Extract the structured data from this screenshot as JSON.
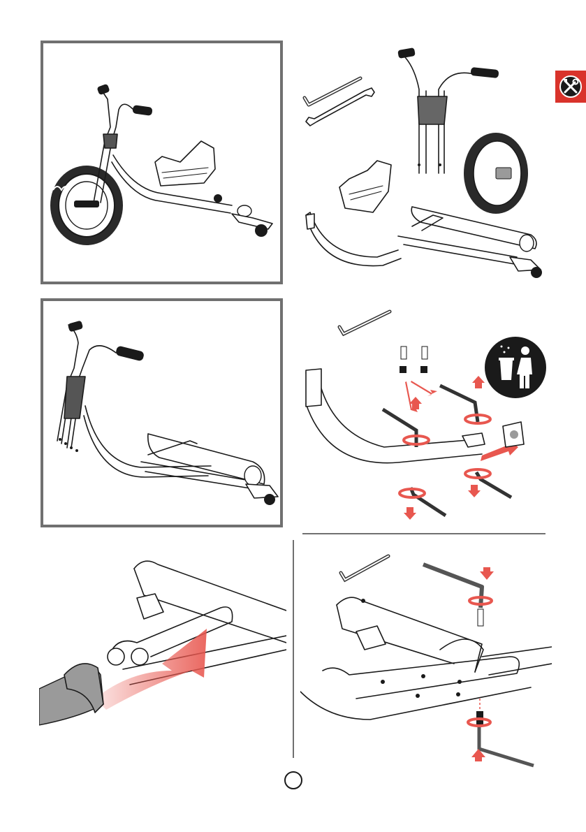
{
  "page": {
    "number": "",
    "tools_badge_icon": "tools-icon",
    "accent_color": "#d9332b",
    "frame_color": "#707070",
    "arrow_color": "#e8574f"
  },
  "steps": [
    {
      "id": "assembled-trike",
      "icons": [
        "tricycle-icon"
      ]
    },
    {
      "id": "parts-overview",
      "icons": [
        "hex-key-icon",
        "wrench-icon",
        "handlebar-fork-icon",
        "front-wheel-icon",
        "seat-icon",
        "rear-frame-icon",
        "main-frame-icon"
      ]
    },
    {
      "id": "frame-with-fork",
      "icons": [
        "tricycle-frame-icon"
      ]
    },
    {
      "id": "remove-bolts",
      "icons": [
        "hex-key-icon",
        "bolt-icon",
        "discard-icon"
      ]
    },
    {
      "id": "slide-frame",
      "icons": [
        "frame-joint-icon"
      ]
    },
    {
      "id": "tighten-bolts",
      "icons": [
        "hex-key-icon",
        "bolt-icon"
      ]
    }
  ]
}
